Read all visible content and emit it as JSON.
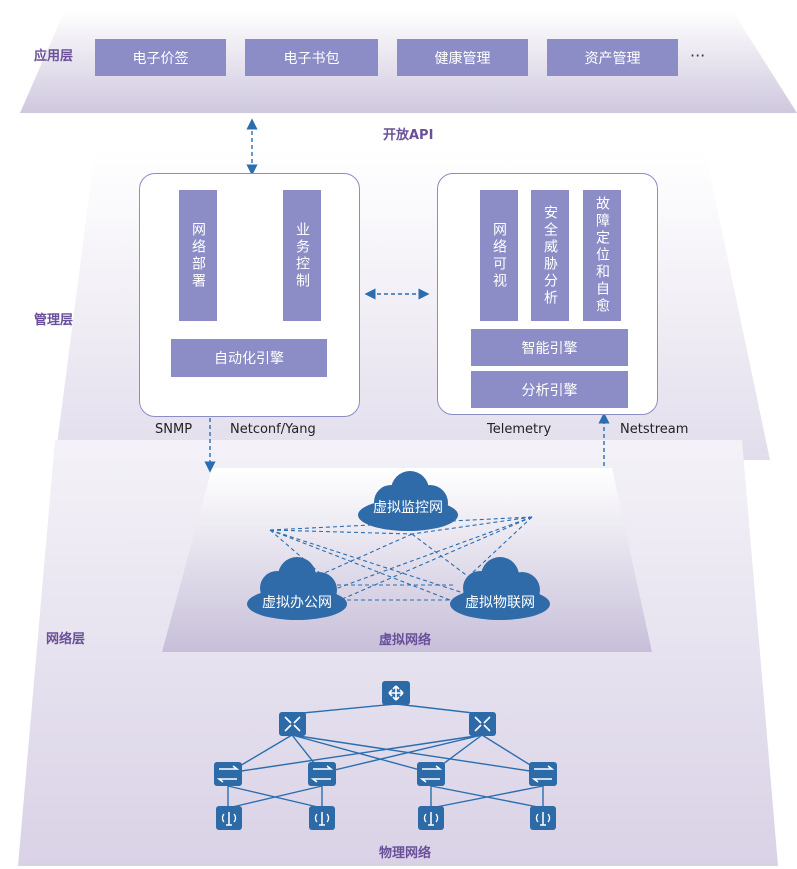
{
  "layers": {
    "application": "应用层",
    "management": "管理层",
    "network": "网络层"
  },
  "apps": [
    "电子价签",
    "电子书包",
    "健康管理",
    "资产管理"
  ],
  "apps_more": "···",
  "open_api": "开放API",
  "left_panel": {
    "col1": "网络部署",
    "col2": "业务控制",
    "engine": "自动化引擎"
  },
  "right_panel": {
    "col1": "网络可视",
    "col2": "安全威胁分析",
    "col3": "故障定位和自愈",
    "engine1": "智能引擎",
    "engine2": "分析引擎"
  },
  "protocols": {
    "snmp": "SNMP",
    "netconf": "Netconf/Yang",
    "telemetry": "Telemetry",
    "netstream": "Netstream"
  },
  "virtual": {
    "monitor": "虚拟监控网",
    "office": "虚拟办公网",
    "iot": "虚拟物联网",
    "caption": "虚拟网络"
  },
  "physical_caption": "物理网络",
  "colors": {
    "box": "#8c8dc6",
    "accent": "#6a4f9a",
    "cloud": "#2f6aa9",
    "device": "#2d6aa8",
    "line": "#2a6eb0"
  }
}
